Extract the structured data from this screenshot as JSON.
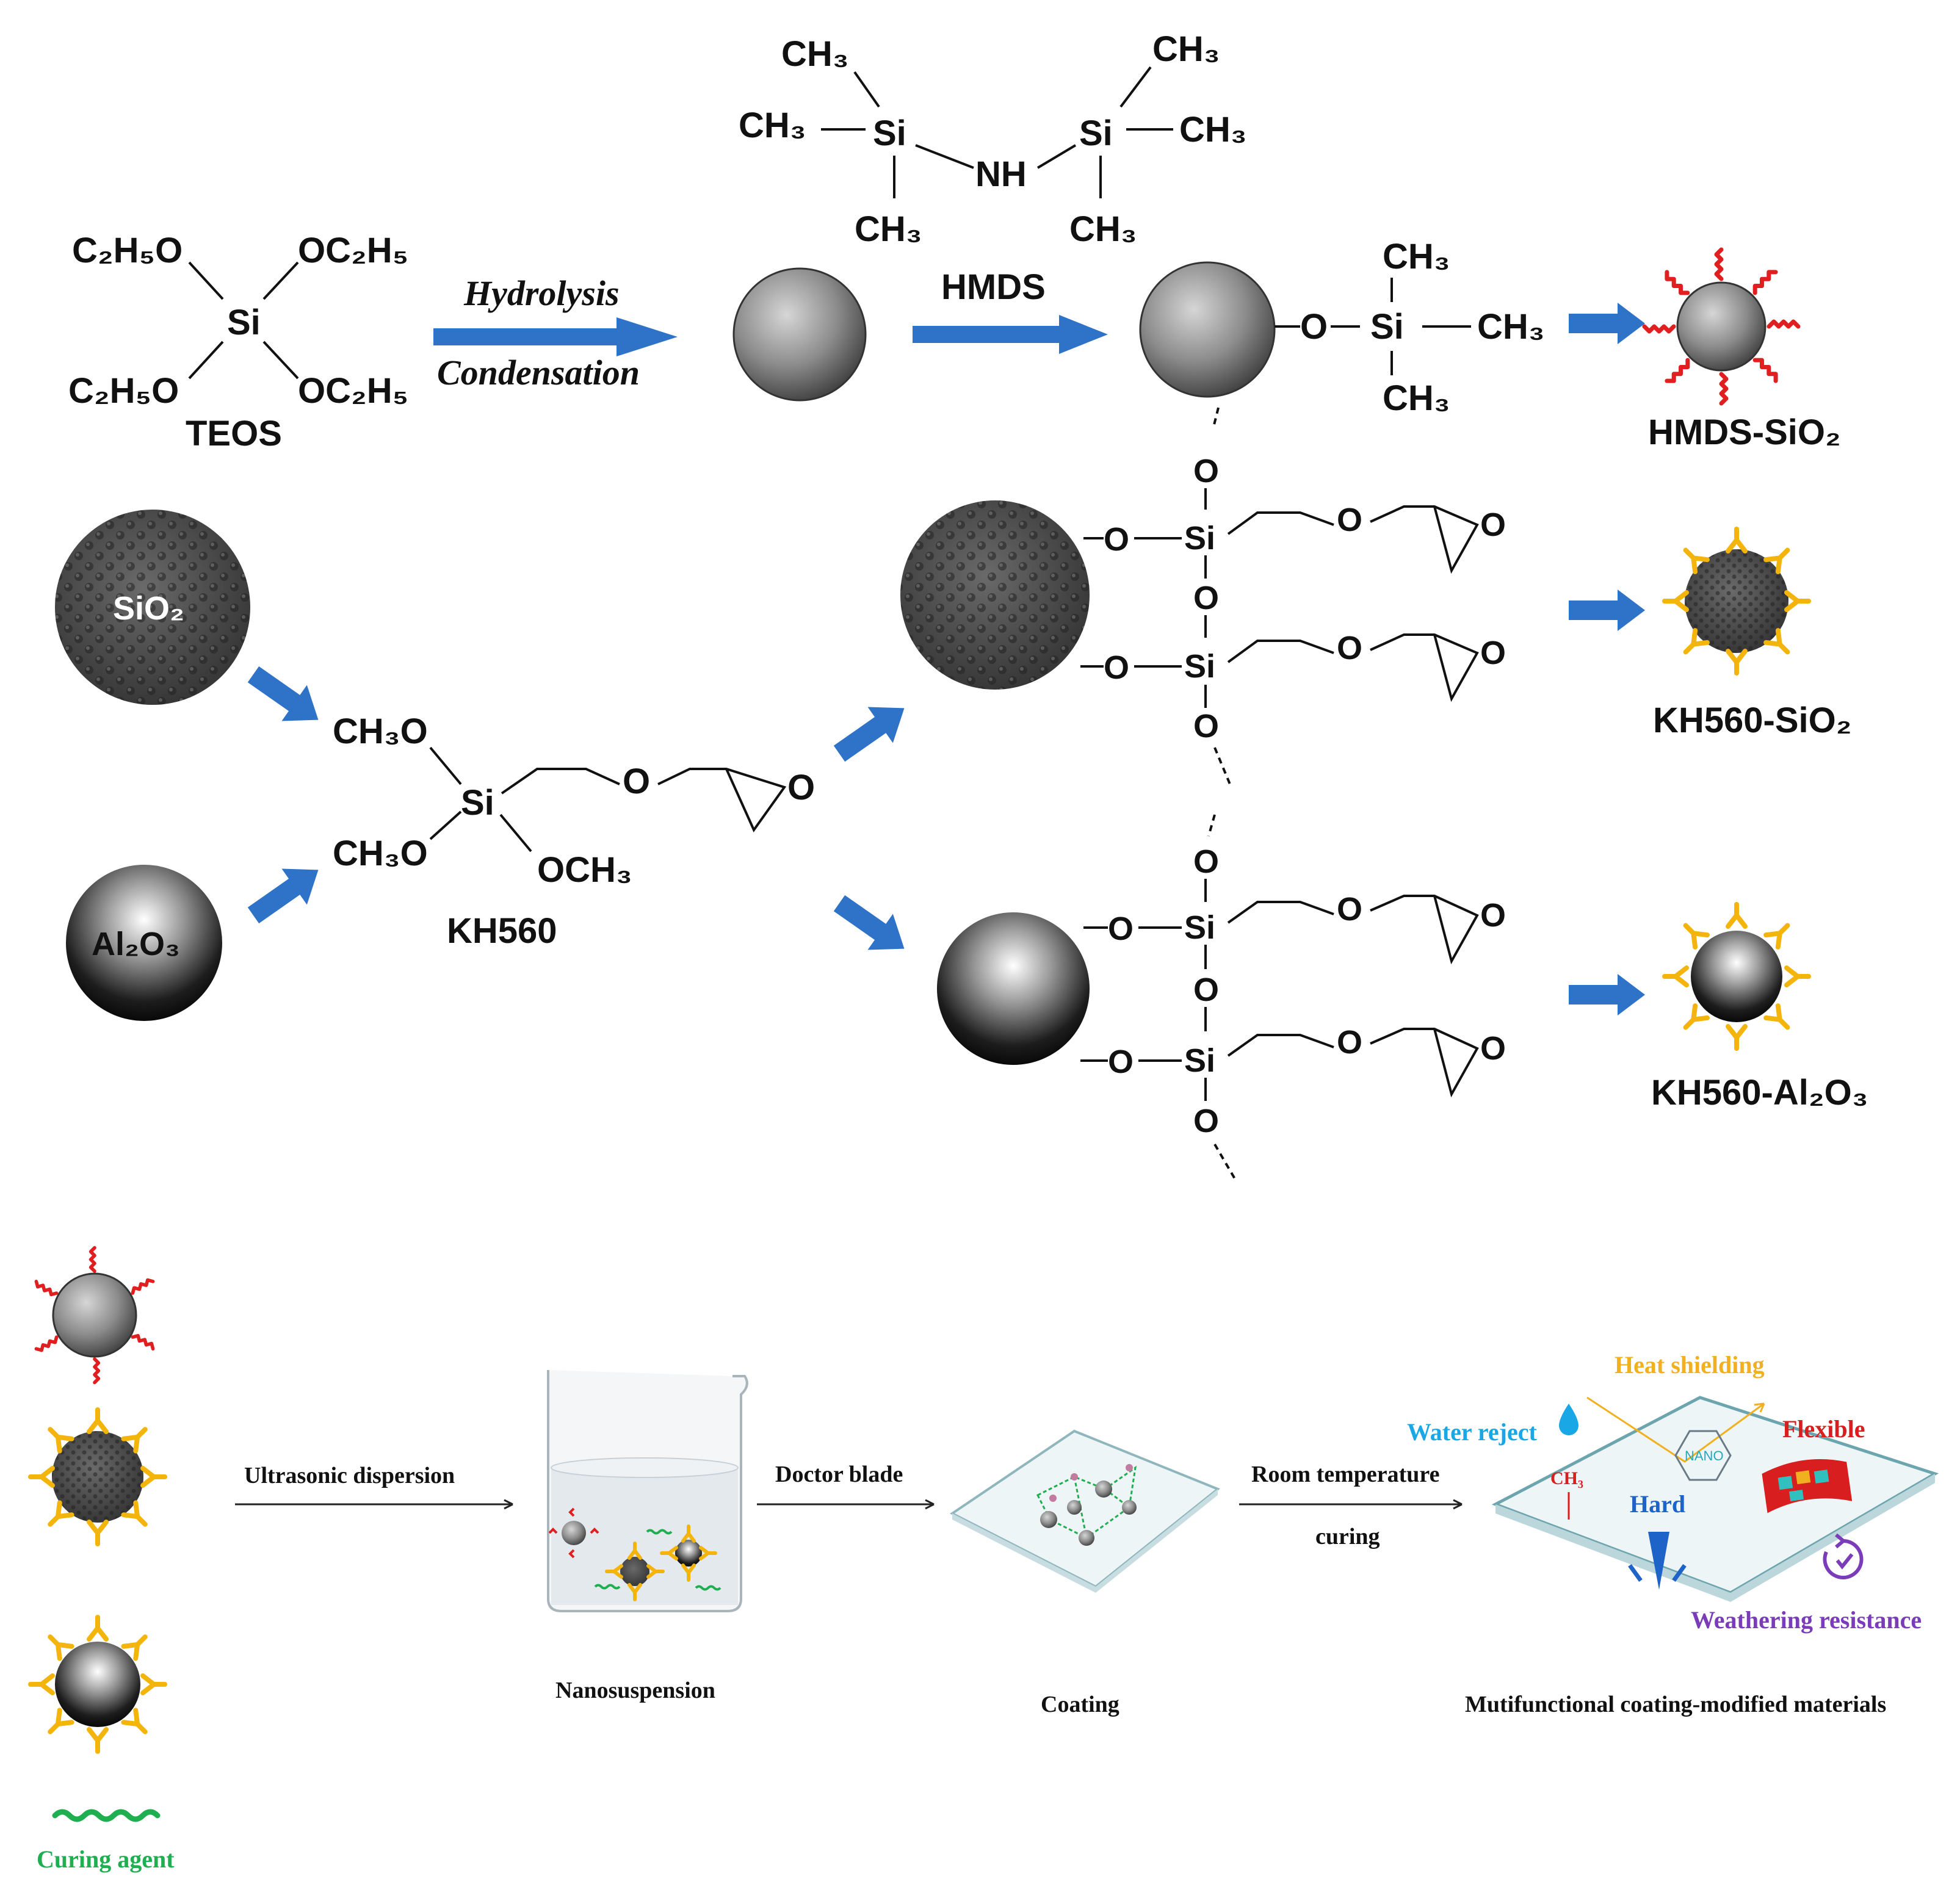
{
  "scheme": {
    "teos": {
      "top_left": "C₂H₅O",
      "top_right": "OC₂H₅",
      "center": "Si",
      "bottom_left": "C₂H₅O",
      "bottom_right": "OC₂H₅",
      "name": "TEOS"
    },
    "arrow_hydrolysis": {
      "line1": "Hydrolysis",
      "line2": "Condensation"
    },
    "hmds": {
      "ch3": "CH₃",
      "si": "Si",
      "nh": "NH",
      "name": "HMDS"
    },
    "silyl": {
      "o": "O",
      "si": "Si",
      "ch3": "CH₃"
    },
    "products": {
      "hmds_sio2": "HMDS-SiO₂",
      "kh560_sio2": "KH560-SiO₂",
      "kh560_al2o3": "KH560-Al₂O₃"
    },
    "particles": {
      "sio2": "SiO₂",
      "al2o3": "Al₂O₃"
    },
    "kh560": {
      "top_left": "CH₃O",
      "bottom_left": "CH₃O",
      "bottom_right": "OCH₃",
      "si": "Si",
      "o": "O",
      "epoxide_o": "O",
      "name": "KH560"
    },
    "grafted": {
      "o": "O",
      "si": "Si"
    }
  },
  "process": {
    "legend_curing": "Curing agent",
    "step1": "Ultrasonic dispersion",
    "step2": "Doctor blade",
    "step3_line1": "Room temperature",
    "step3_line2": "curing",
    "stage1": "Nanosuspension",
    "stage2": "Coating",
    "stage3": "Mutifunctional coating-modified materials",
    "features": {
      "heat": "Heat shielding",
      "water": "Water reject",
      "flexible": "Flexible",
      "hard": "Hard",
      "weather": "Weathering resistance",
      "nano": "NANO",
      "ch3": "CH₃"
    }
  },
  "colors": {
    "arrow_blue": "#2f73c9",
    "hmds_red": "#e02020",
    "kh560_yellow": "#f3b40c",
    "curing_green": "#1fae50",
    "water_blue": "#1aa7e6",
    "heat_orange": "#f0b020",
    "flexible_red": "#d81e1e",
    "hard_blue": "#1e63c8",
    "weather_purple": "#7a3cb8"
  }
}
